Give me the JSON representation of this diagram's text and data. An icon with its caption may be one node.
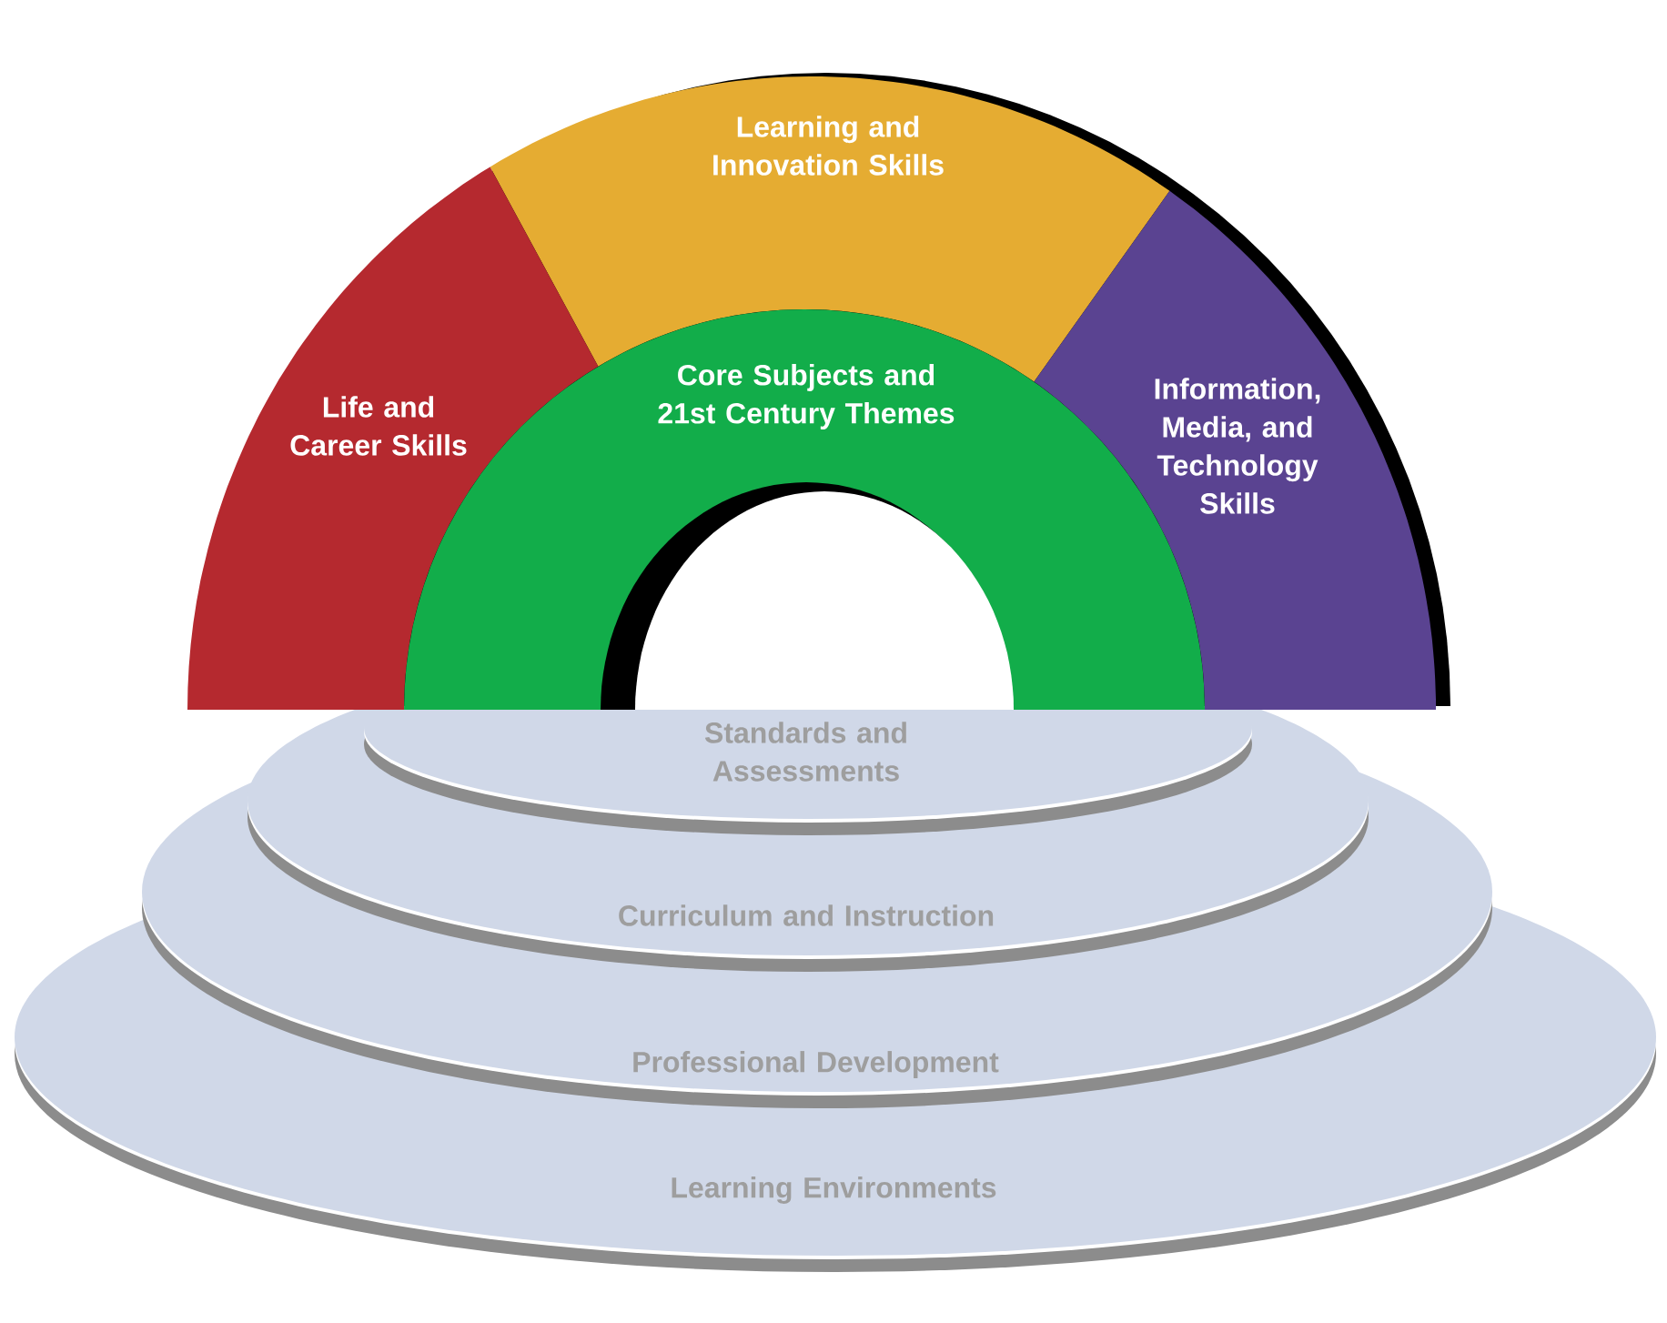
{
  "diagram": {
    "nodes": [
      {
        "text": [
          "Learning and Innovation Skills"
        ]
      },
      {
        "text": [
          "Life and Career Skills"
        ]
      },
      {
        "text": [
          "Core Subjects and 21st Century Themes"
        ]
      },
      {
        "text": [
          "Information, Media, and Technology Skills"
        ]
      },
      {
        "text": [
          "Standards and Assessments"
        ],
        "in": 5
      },
      {
        "text": [
          "Curriculum and Instruction"
        ],
        "in": 6
      },
      {
        "text": [
          "Professional Development"
        ]
      },
      {
        "text": [
          "Learning Environments"
        ]
      }
    ]
  }
}
